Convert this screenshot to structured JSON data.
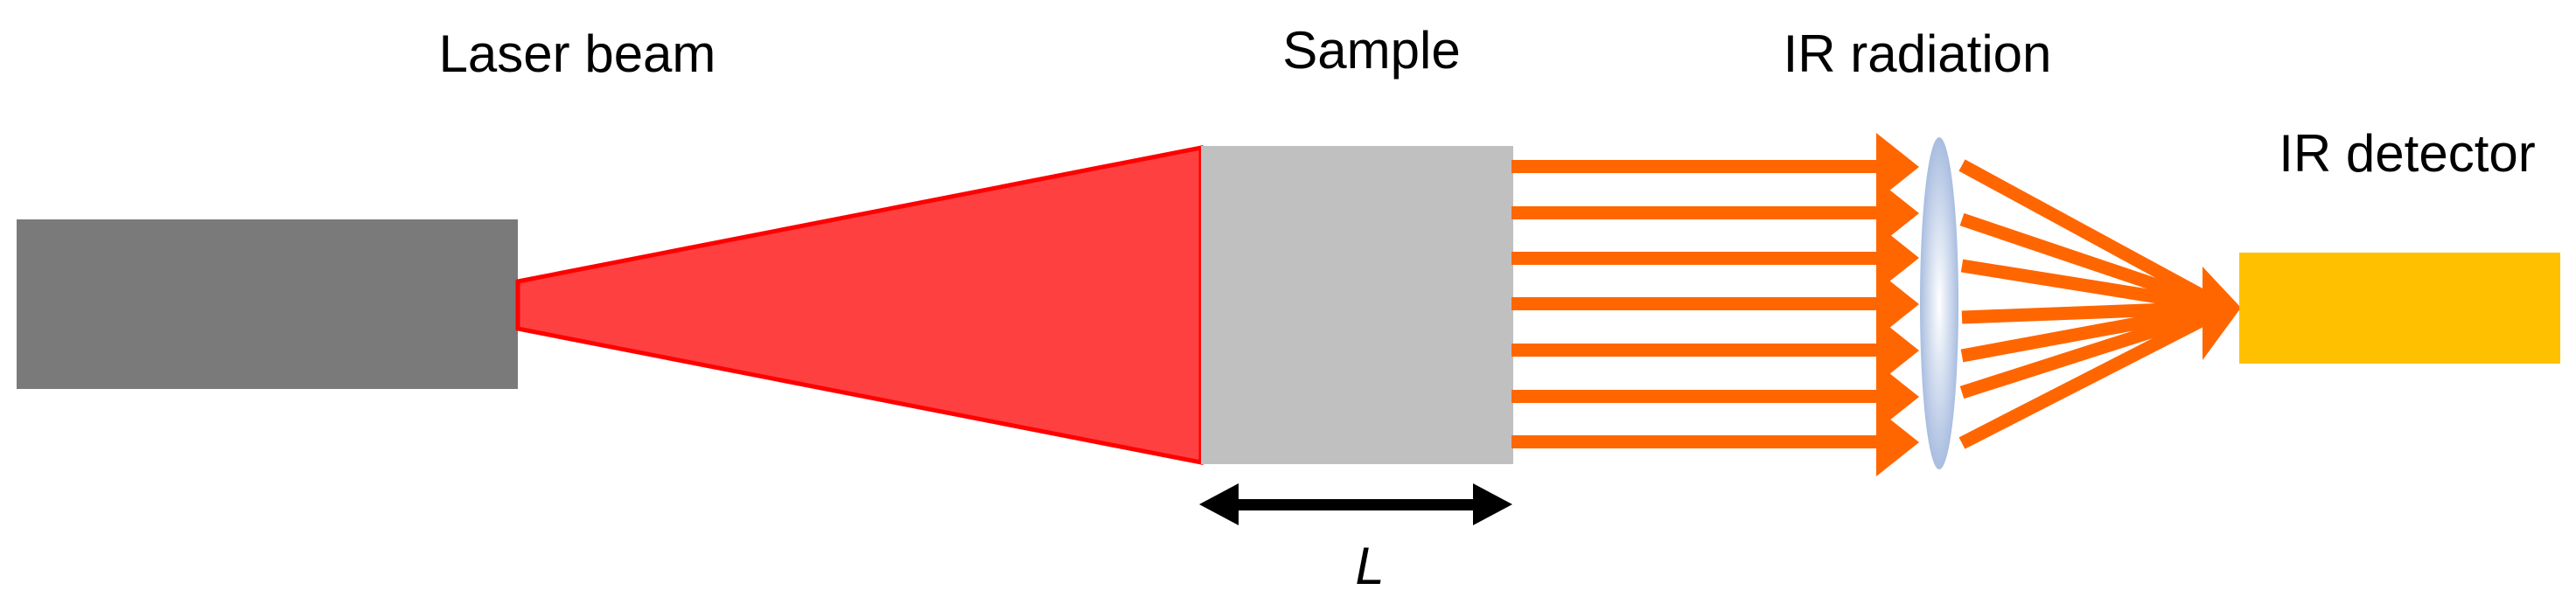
{
  "labels": {
    "laser": "Laser beam",
    "sample": "Sample",
    "ir_radiation": "IR radiation",
    "ir_detector": "IR detector",
    "length": "L"
  },
  "colors": {
    "laser_body": "#7a7a7a",
    "laser_beam_fill": "#ff4040",
    "laser_beam_stroke": "#ff0000",
    "sample": "#c0c0c0",
    "ir_arrows": "#ff6600",
    "lens": "#b8c8e6",
    "detector": "#ffc000",
    "dimension_arrow": "#000000"
  },
  "ir_rays": {
    "parallel_count": 7,
    "converging_count": 7
  }
}
